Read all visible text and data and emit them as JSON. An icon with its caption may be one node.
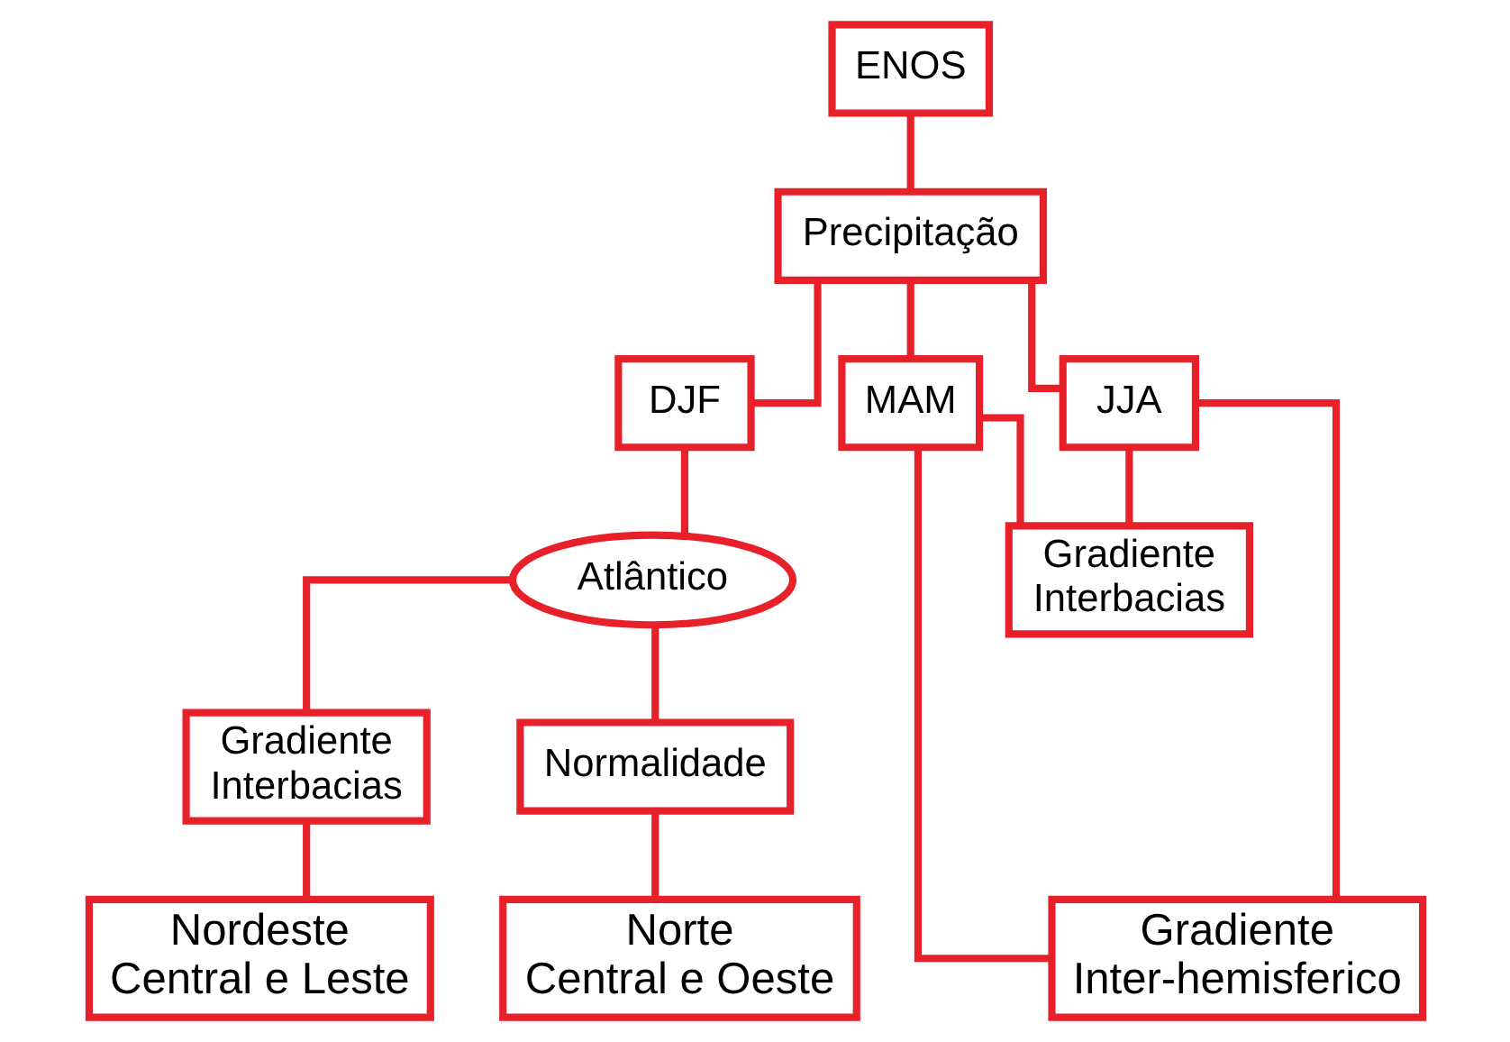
{
  "diagram": {
    "nodes": [
      {
        "text": [
          "ENOS"
        ]
      },
      {
        "text": [
          "Precipitação"
        ]
      },
      {
        "text": [
          "DJF"
        ]
      },
      {
        "text": [
          "MAM"
        ]
      },
      {
        "text": [
          "JJA"
        ]
      },
      {
        "text": [
          "Atlântico"
        ]
      },
      {
        "text": [
          "Gradiente Interbacias"
        ]
      },
      {
        "text": [
          "Normalidade"
        ]
      },
      {
        "text": [
          "Gradiente Interbacias"
        ]
      },
      {
        "text": [
          "Nordeste Central e Leste"
        ]
      },
      {
        "text": [
          "Norte Central e Oeste"
        ]
      },
      {
        "text": [
          "Gradiente Inter-hemisferico"
        ]
      }
    ],
    "edges": [
      {
        "from": 0,
        "to": 1,
        "arrow": "none"
      },
      {
        "from": 1,
        "to": 2,
        "arrow": "none"
      },
      {
        "from": 1,
        "to": 3,
        "arrow": "none"
      },
      {
        "from": 1,
        "to": 4,
        "arrow": "none"
      },
      {
        "from": 2,
        "to": 5,
        "arrow": "none"
      },
      {
        "from": 5,
        "to": 6,
        "arrow": "none"
      },
      {
        "from": 5,
        "to": 7,
        "arrow": "none"
      },
      {
        "from": 6,
        "to": 9,
        "arrow": "none"
      },
      {
        "from": 7,
        "to": 10,
        "arrow": "none"
      },
      {
        "from": 3,
        "to": 8,
        "arrow": "none"
      },
      {
        "from": 4,
        "to": 8,
        "arrow": "none"
      },
      {
        "from": 3,
        "to": 11,
        "arrow": "none"
      },
      {
        "from": 4,
        "to": 11,
        "arrow": "none"
      }
    ]
  }
}
